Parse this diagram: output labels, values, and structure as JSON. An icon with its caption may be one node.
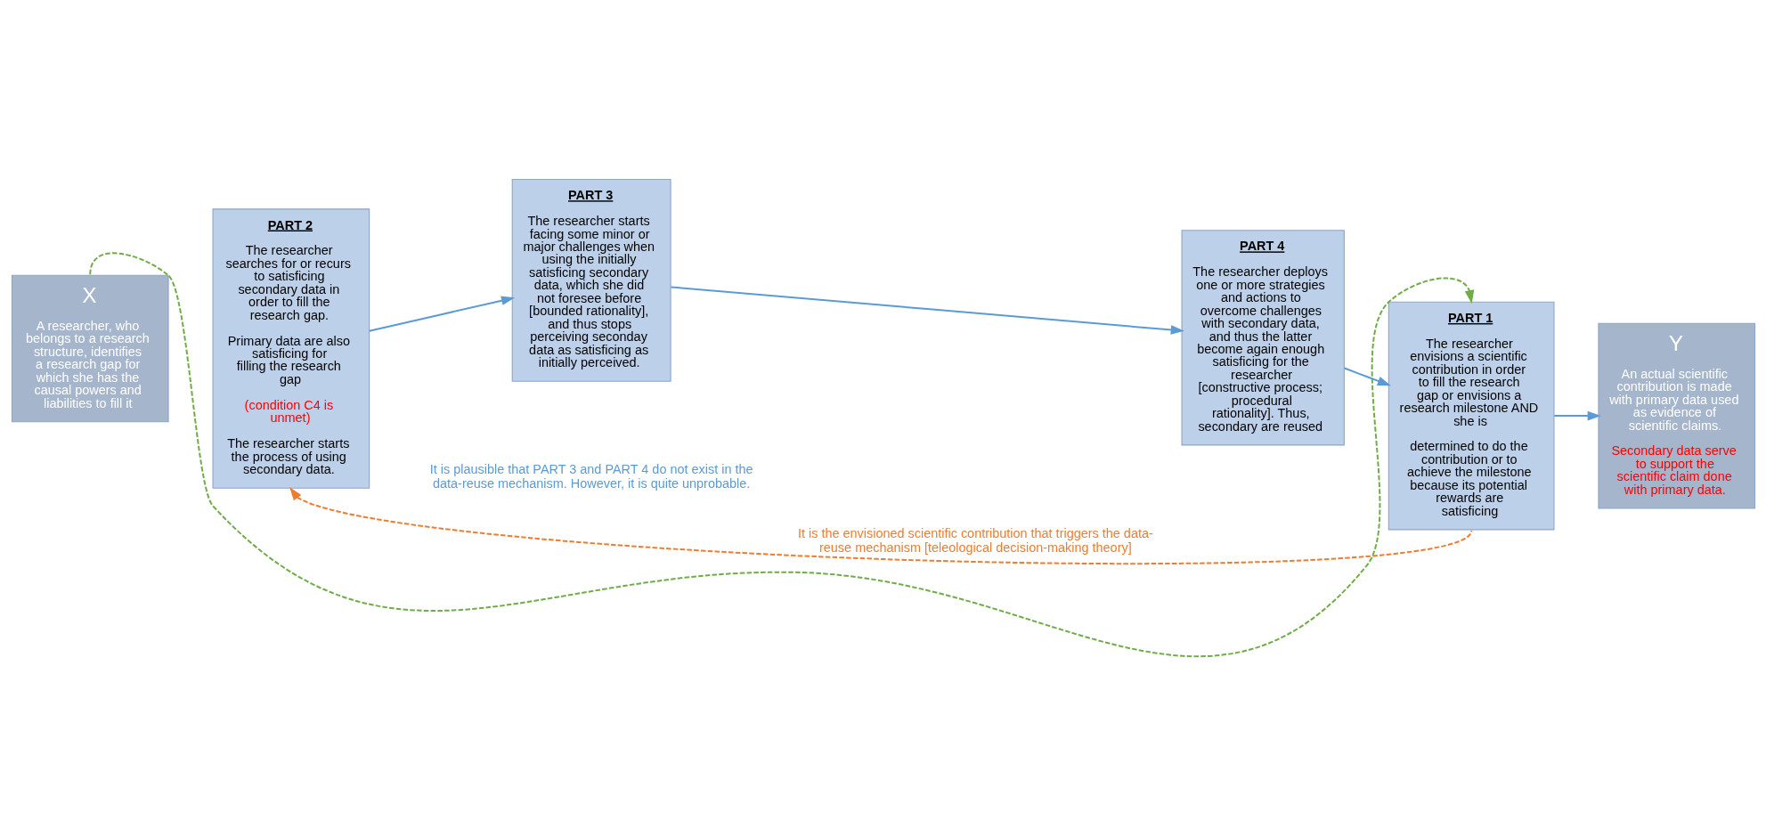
{
  "diagram": {
    "nodes": [
      {
        "text": [
          "X",
          "A researcher, who belongs to a research structure, identifies a research gap for which she has the causal powers and liabilities to fill it"
        ]
      },
      {
        "text": [
          "PART 2",
          "The researcher searches for or recurs to satisficing secondary data in order to fill the research gap.",
          "Primary data are also satisficing for filling the research gap",
          "(condition C4 is unmet)",
          "The researcher starts the process of using secondary data."
        ]
      },
      {
        "text": [
          "PART 3",
          "The researcher starts facing some minor or major challenges when using the initially satisficing secondary data, which she did not foresee before [bounded rationality], and thus stops perceiving seconday data as satisficing as initially perceived."
        ]
      },
      {
        "text": [
          "PART 4",
          "The researcher deploys one or more strategies and actions to overcome challenges with secondary data, and thus the latter become again enough satisficing for the researcher [constructive process; procedural rationality]. Thus, secondary are reused"
        ]
      },
      {
        "text": [
          "PART 1",
          "The researcher envisions a scientific contribution in order to fill the research gap or envisions a research milestone AND she is",
          "determined to do the contribution or to achieve the milestone because its potential rewards are satisficing"
        ]
      },
      {
        "text": [
          "Y",
          "An actual scientific contribution is made with primary data used as evidence of scientific claims.",
          "Secondary data serve to support the scientific claim done with primary data."
        ]
      }
    ],
    "edges": [
      {
        "from": 0,
        "to": 4,
        "arrow": "to",
        "style": "dashed",
        "color": "#70ad47"
      },
      {
        "from": 1,
        "to": 2,
        "arrow": "to"
      },
      {
        "from": 2,
        "to": 3,
        "arrow": "to"
      },
      {
        "from": 3,
        "to": 4,
        "arrow": "to"
      },
      {
        "from": 4,
        "to": 5,
        "arrow": "to"
      },
      {
        "from": 4,
        "to": 1,
        "arrow": "to",
        "style": "dashed",
        "color": "#ed7d31",
        "label": "It is the envisioned scientific contribution that triggers the data-reuse mechanism [teleological decision-making theory]"
      }
    ],
    "labels": [
      "It is plausible that PART 3 and PART 4 do not exist in the data-reuse mechanism. However, it is quite unprobable."
    ]
  }
}
